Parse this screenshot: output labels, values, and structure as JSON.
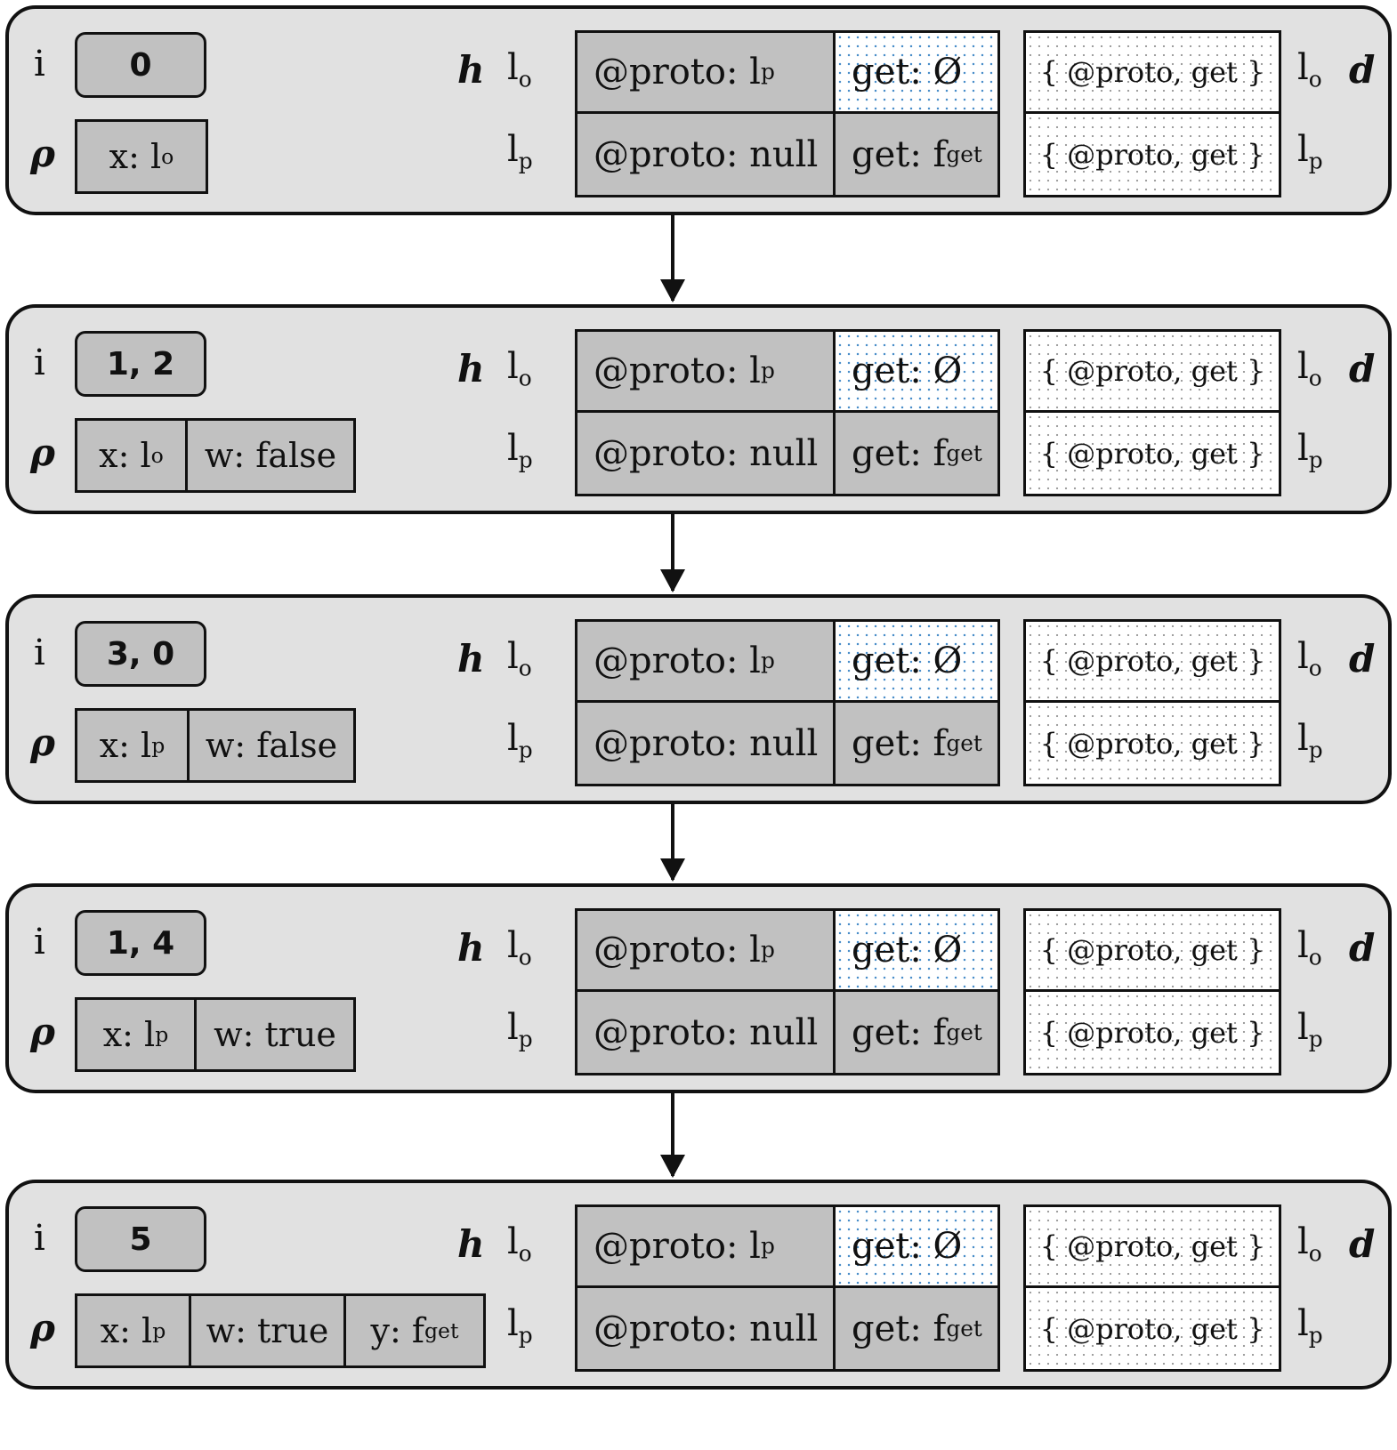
{
  "labels": {
    "i": "i",
    "rho": "ρ",
    "h": "h",
    "d": "d",
    "lo_base": "l",
    "lo_sub": "o",
    "lp_base": "l",
    "lp_sub": "p"
  },
  "heap": {
    "lo_proto": "@proto: l",
    "lo_proto_sub": "p",
    "lo_get": "get: Ø",
    "lp_proto": "@proto: null",
    "lp_get": "get: f",
    "lp_get_sub": "get"
  },
  "domain": {
    "lo": "{ @proto, get }",
    "lp": "{ @proto, get }"
  },
  "states": [
    {
      "i": "0",
      "rho": [
        {
          "base": "x: l",
          "sub": "o"
        }
      ]
    },
    {
      "i": "1, 2",
      "rho": [
        {
          "base": "x: l",
          "sub": "o"
        },
        {
          "base": "w: false",
          "sub": ""
        }
      ]
    },
    {
      "i": "3, 0",
      "rho": [
        {
          "base": "x: l",
          "sub": "p"
        },
        {
          "base": "w: false",
          "sub": ""
        }
      ]
    },
    {
      "i": "1, 4",
      "rho": [
        {
          "base": "x: l",
          "sub": "p"
        },
        {
          "base": "w: true",
          "sub": ""
        }
      ]
    },
    {
      "i": "5",
      "rho": [
        {
          "base": "x: l",
          "sub": "p"
        },
        {
          "base": "w: true",
          "sub": ""
        },
        {
          "base": "y: f",
          "sub": "get"
        }
      ]
    }
  ]
}
